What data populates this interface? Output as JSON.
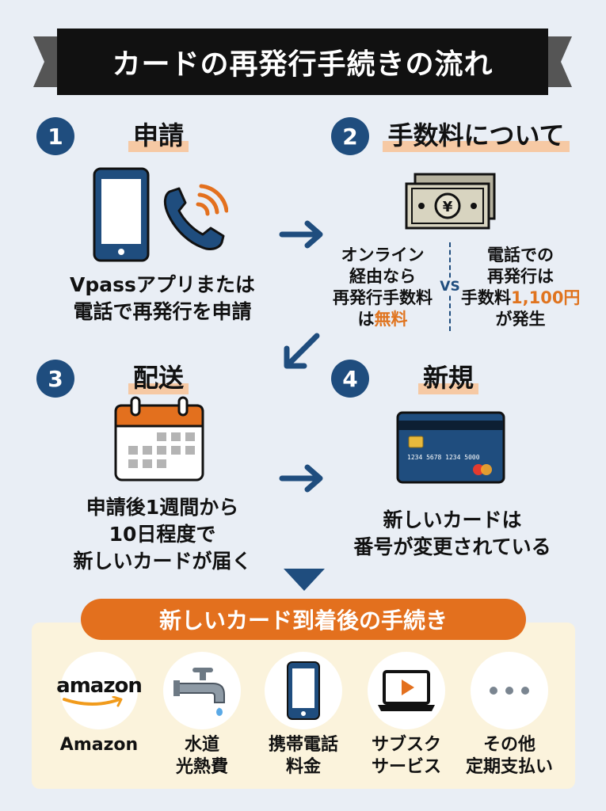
{
  "title": "カードの再発行手続きの流れ",
  "steps": [
    {
      "number": "1",
      "title": "申請",
      "caption": [
        "Vpassアプリまたは",
        "電話で再発行を申請"
      ]
    },
    {
      "number": "2",
      "title": "手数料について",
      "left": {
        "lines": [
          "オンライン",
          "経由なら",
          "再発行手数料"
        ],
        "prefix": "は",
        "highlight": "無料",
        "suffix": ""
      },
      "vs": "VS",
      "right": {
        "lines": [
          "電話での",
          "再発行は"
        ],
        "prefix": "手数料",
        "highlight": "1,100円",
        "after": "が発生"
      }
    },
    {
      "number": "3",
      "title": "配送",
      "caption": [
        "申請後1週間から",
        "10日程度で",
        "新しいカードが届く"
      ]
    },
    {
      "number": "4",
      "title": "新規",
      "caption": [
        "新しいカードは",
        "番号が変更されている"
      ],
      "card_number": "1234  5678  1234  5000"
    }
  ],
  "after": {
    "title": "新しいカード到着後の手続き",
    "items": [
      {
        "icon": "amazon-logo",
        "logo_text": "amazon",
        "label": [
          "Amazon"
        ]
      },
      {
        "icon": "faucet-icon",
        "label": [
          "水道",
          "光熱費"
        ]
      },
      {
        "icon": "smartphone-icon",
        "label": [
          "携帯電話",
          "料金"
        ]
      },
      {
        "icon": "laptop-play-icon",
        "label": [
          "サブスク",
          "サービス"
        ]
      },
      {
        "icon": "ellipsis-icon",
        "label": [
          "その他",
          "定期支払い"
        ]
      }
    ]
  },
  "colors": {
    "navy": "#1f4d7e",
    "orange": "#e3701e",
    "highlight": "#f6c9a4",
    "panel": "#fbf3dc",
    "background": "#e9eef5"
  }
}
